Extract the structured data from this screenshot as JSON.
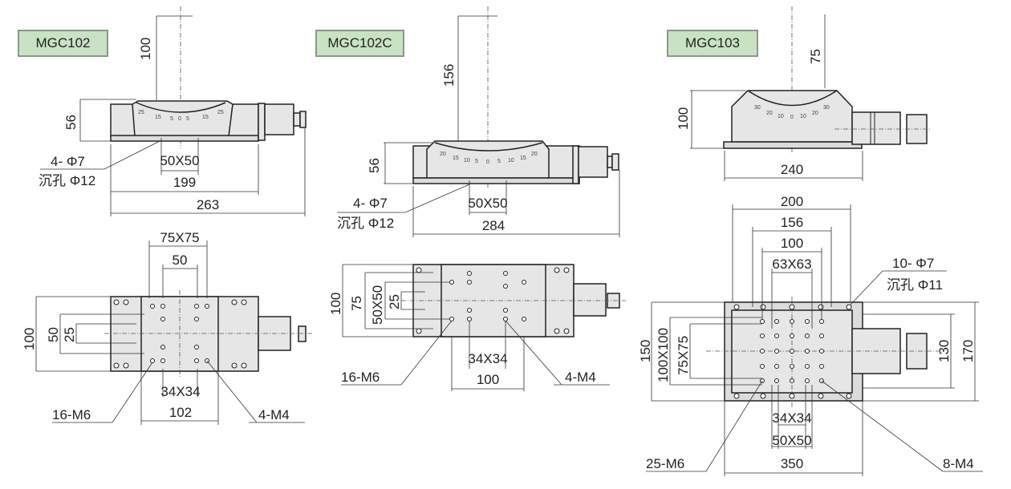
{
  "models": [
    {
      "name": "MGC102",
      "side": {
        "height_dim": "100",
        "thickness_dim": "56",
        "hole_spec": "4- Φ7",
        "counterbore_spec": "沉孔 Φ12",
        "hole_pitch": "50X50",
        "body_length": "199",
        "total_length": "263",
        "scale_labels": [
          "25",
          "15",
          "5",
          "0",
          "5",
          "15",
          "25"
        ]
      },
      "top": {
        "pitch_outer": "75X75",
        "pitch_inner": "50",
        "width": "100",
        "dim_50": "50",
        "dim_25": "25",
        "small_pitch": "34X34",
        "stage_width": "102",
        "thread_large": "16-M6",
        "thread_small": "4-M4"
      }
    },
    {
      "name": "MGC102C",
      "side": {
        "height_dim": "156",
        "thickness_dim": "56",
        "hole_spec": "4- Φ7",
        "counterbore_spec": "沉孔 Φ12",
        "hole_pitch": "50X50",
        "total_length": "284",
        "scale_labels": [
          "20",
          "15",
          "10",
          "5",
          "0",
          "5",
          "10",
          "15",
          "20"
        ]
      },
      "top": {
        "width": "100",
        "dim_75": "75",
        "dim_50x50": "50X50",
        "dim_25": "25",
        "small_pitch": "34X34",
        "stage_width": "100",
        "thread_large": "16-M6",
        "thread_small": "4-M4"
      }
    },
    {
      "name": "MGC103",
      "side": {
        "height_dim": "75",
        "thickness_dim": "100",
        "width": "240",
        "scale_labels": [
          "30",
          "20",
          "10",
          "0",
          "10",
          "20",
          "30"
        ]
      },
      "top": {
        "dim_200": "200",
        "dim_156": "156",
        "dim_100": "100",
        "dim_63": "63X63",
        "hole_spec": "10- Φ7",
        "counterbore_spec": "沉孔 Φ11",
        "dim_150": "150",
        "dim_100x100": "100X100",
        "dim_75x75": "75X75",
        "dim_130": "130",
        "dim_170": "170",
        "small_pitch": "34X34",
        "pitch_50": "50X50",
        "total_length": "350",
        "thread_large": "25-M6",
        "thread_small": "8-M4"
      }
    }
  ]
}
